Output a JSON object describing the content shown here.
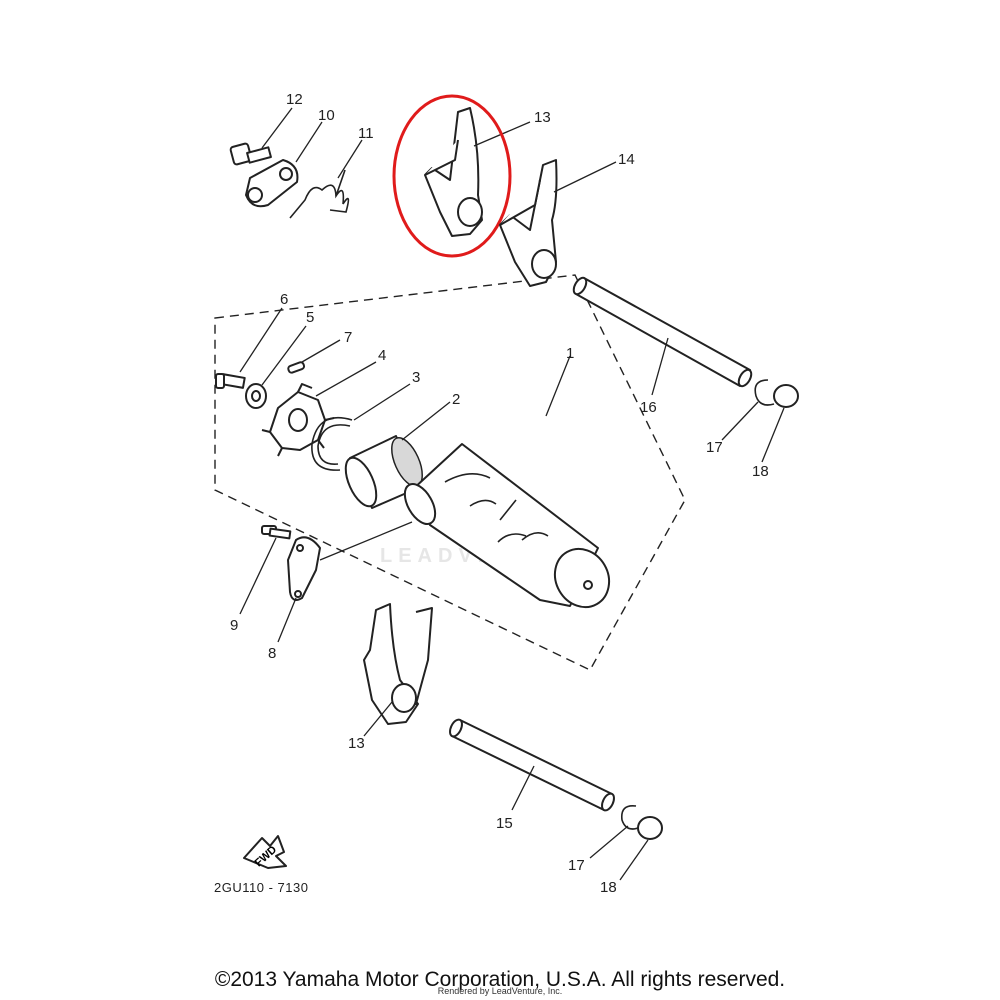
{
  "diagram": {
    "part_labels": [
      "1",
      "2",
      "3",
      "4",
      "5",
      "6",
      "7",
      "8",
      "9",
      "10",
      "11",
      "12",
      "13",
      "13",
      "14",
      "15",
      "16",
      "17",
      "17",
      "18",
      "18"
    ],
    "fwd_label": "FWD",
    "code": "2GU110 - 7130",
    "highlight_color": "#e01b1b"
  },
  "footer": {
    "copyright": "©2013 Yamaha Motor Corporation, U.S.A. All rights reserved.",
    "rendered_by": "Rendered by LeadVenture, Inc."
  },
  "watermark": "LEADVENTURE"
}
